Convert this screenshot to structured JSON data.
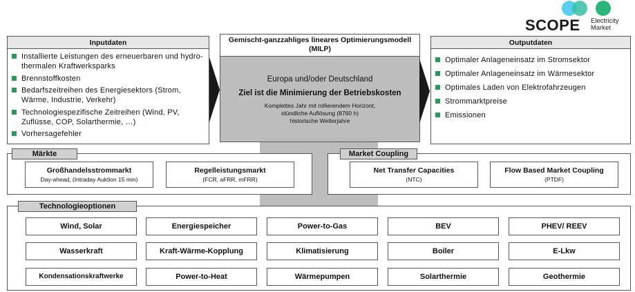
{
  "logo": {
    "word": "SCOPE",
    "subtitle_line1": "Electricity",
    "subtitle_line2": "Market",
    "colors": [
      "#27c2e6",
      "#2bb57a",
      "#2bb57a"
    ]
  },
  "input": {
    "title": "Inputdaten",
    "items": [
      "Installierte Leistungen des erneuerbaren und hydro-thermalen Kraftwerksparks",
      "Brennstoffkosten",
      "Bedarfszeitreihen des Energiesektors (Strom, Wärme, Industrie, Verkehr)",
      "Technologiespezifische Zeitreihen (Wind, PV, Zuflüsse, COP, Solarthermie, …)",
      "Vorhersagefehler"
    ]
  },
  "model": {
    "title_line1": "Gemischt-ganzzahliges lineares Optimierungsmodell",
    "title_line2": "(MILP)",
    "region": "Europa und/oder Deutschland",
    "goal": "Ziel ist die Minimierung der Betriebskosten",
    "detail_line1": "Komplettes Jahr mit rollierendem Horizont,",
    "detail_line2": "stündliche Auflösung (8760 h)",
    "detail_line3": "historische Wetterjahre"
  },
  "output": {
    "title": "Outputdaten",
    "items": [
      "Optimaler Anlageneinsatz im Stromsektor",
      "Optimaler Anlageneinsatz im Wärmesektor",
      "Optimales Laden von Elektrofahrzeugen",
      "Strommarktpreise",
      "Emissionen"
    ]
  },
  "markets": {
    "tag": "Märkte",
    "boxes": [
      {
        "title": "Großhandelsstrommarkt",
        "sub": "Day-ahead, (Intraday Auktion 15 min)"
      },
      {
        "title": "Regelleistungsmarkt",
        "sub": "(FCR, aFRR, mFRR)"
      }
    ]
  },
  "coupling": {
    "tag": "Market Coupling",
    "boxes": [
      {
        "title": "Net Transfer Capacities",
        "sub": "(NTC)"
      },
      {
        "title": "Flow Based Market Coupling",
        "sub": "(PTDF)"
      }
    ]
  },
  "tech": {
    "tag": "Technologieoptionen",
    "rows": [
      [
        "Wind, Solar",
        "Energiespeicher",
        "Power-to-Gas",
        "BEV",
        "PHEV/ REEV"
      ],
      [
        "Wasserkraft",
        "Kraft-Wärme-Kopplung",
        "Klimatisierung",
        "Boiler",
        "E-Lkw"
      ],
      [
        "Kondensationskraftwerke",
        "Power-to-Heat",
        "Wärmepumpen",
        "Solarthermie",
        "Geothermie"
      ]
    ]
  }
}
